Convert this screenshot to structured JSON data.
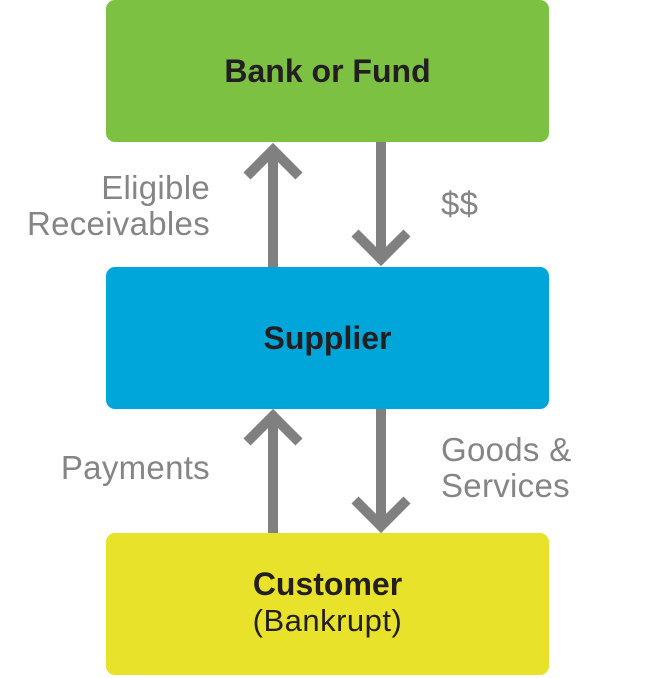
{
  "colors": {
    "bank": "#7cc142",
    "supplier": "#00a5da",
    "customer": "#e8e22b",
    "arrow": "#808080",
    "label": "#858585",
    "text": "#231f20"
  },
  "nodes": {
    "bank": {
      "title": "Bank or Fund"
    },
    "supplier": {
      "title": "Supplier"
    },
    "customer": {
      "title": "Customer",
      "subtitle": "(Bankrupt)"
    }
  },
  "edges": {
    "supplier_to_bank": {
      "from": "Supplier",
      "to": "Bank or Fund",
      "label_lines": [
        "Eligible",
        "Receivables"
      ]
    },
    "bank_to_supplier": {
      "from": "Bank or Fund",
      "to": "Supplier",
      "label": "$$"
    },
    "customer_to_supplier": {
      "from": "Customer",
      "to": "Supplier",
      "label": "Payments"
    },
    "supplier_to_customer": {
      "from": "Supplier",
      "to": "Customer",
      "label_lines": [
        "Goods &",
        "Services"
      ]
    }
  }
}
